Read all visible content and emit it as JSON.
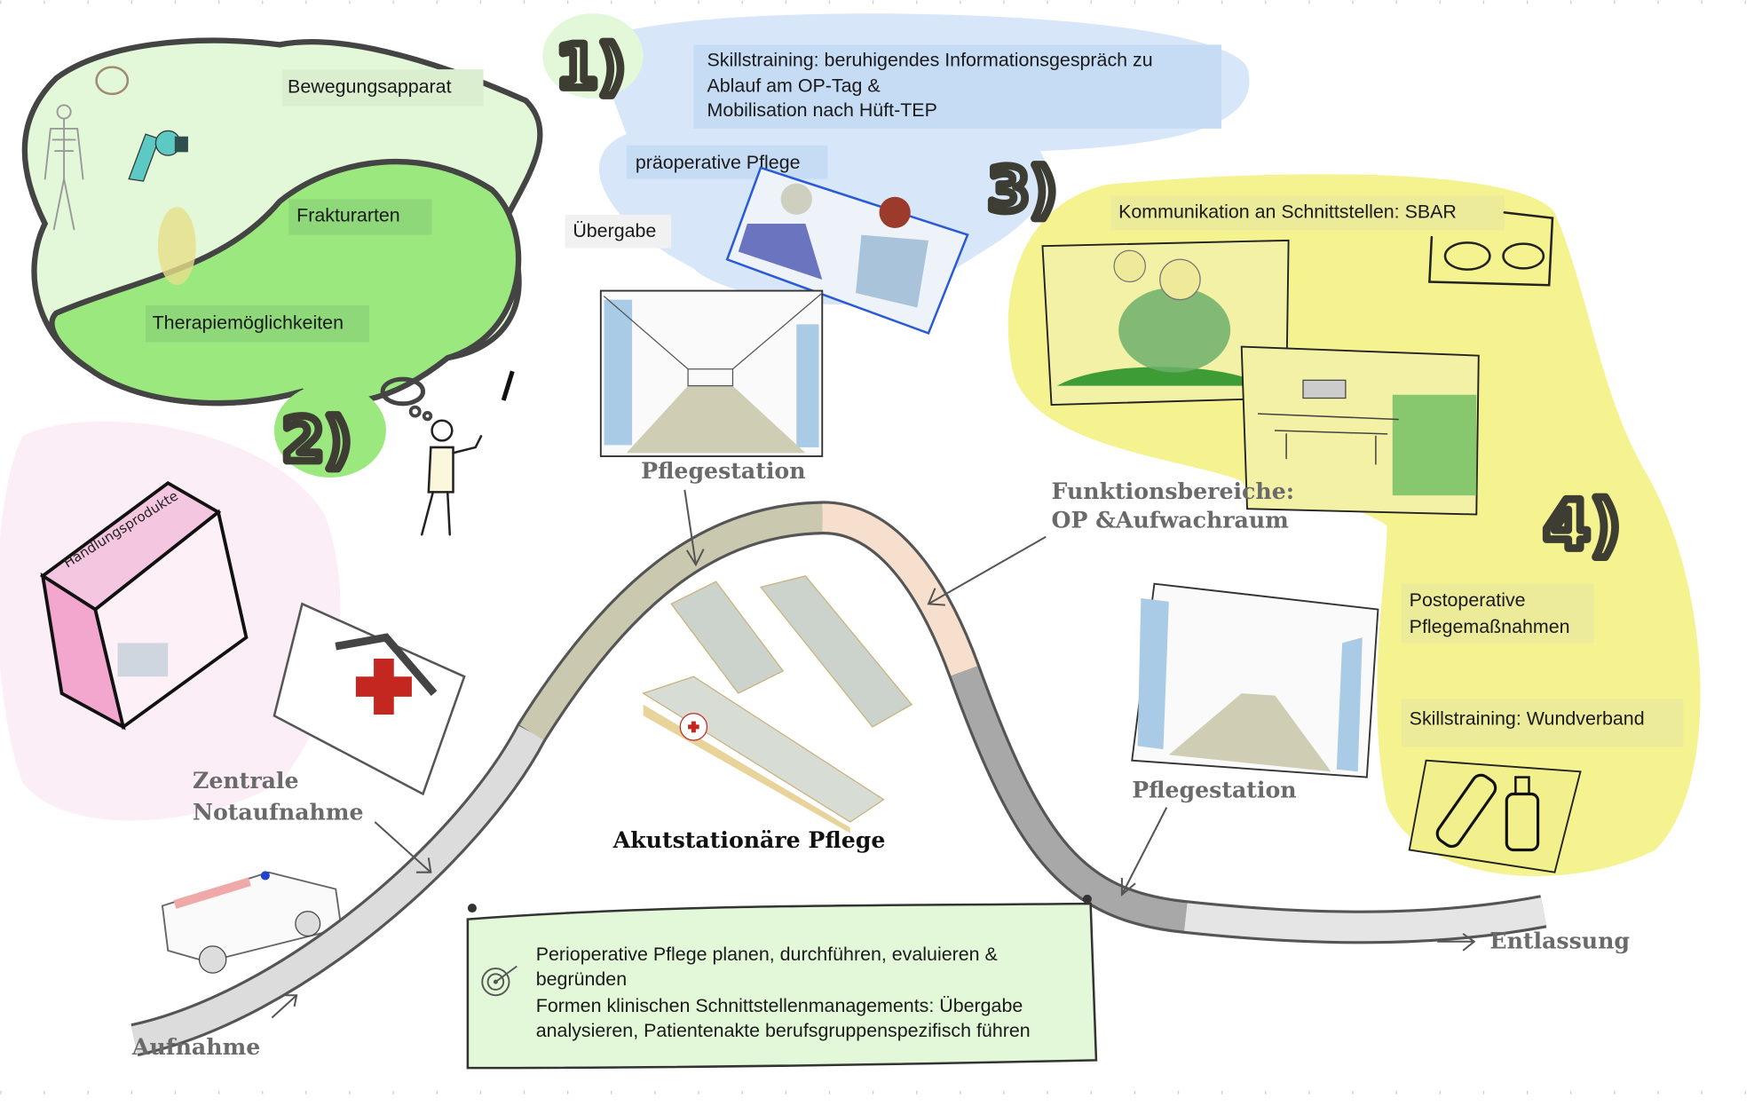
{
  "steps": {
    "one": {
      "number": "1)",
      "skillstraining": [
        "Skillstraining: beruhigendes Informationsgespräch zu",
        "Ablauf am OP-Tag &",
        "Mobilisation nach Hüft-TEP"
      ],
      "praeoperative": "präoperative Pflege",
      "uebergabe": "Übergabe"
    },
    "two": {
      "number": "2)",
      "bewegungsapparat": "Bewegungsapparat",
      "frakturarten": "Frakturarten",
      "therapie": "Therapiemöglichkeiten",
      "handlungsprodukte": "Handlungsprodukte"
    },
    "three": {
      "number": "3)",
      "kommunikation": "Kommunikation an Schnittstellen: SBAR"
    },
    "four": {
      "number": "4)",
      "postoperative": [
        "Postoperative",
        "Pflegemaßnahmen"
      ],
      "wundverband": "Skillstraining: Wundverband"
    }
  },
  "pathway": {
    "aufnahme": "Aufnahme",
    "zna": [
      "Zentrale",
      "Notaufnahme"
    ],
    "pflegestation_1": "Pflegestation",
    "akut": "Akutstationäre Pflege",
    "funktion": [
      "Funktionsbereiche:",
      "OP &Aufwachraum"
    ],
    "pflegestation_2": "Pflegestation",
    "entlassung": "Entlassung"
  },
  "banner": {
    "icon": "target-icon",
    "lines": [
      "Perioperative Pflege planen, durchführen, evaluieren &",
      "begründen",
      "Formen klinischen Schnittstellenmanagements: Übergabe",
      "analysieren, Patientenakte berufsgruppenspezifisch führen"
    ]
  },
  "colors": {
    "green_light": "#e3f8d8",
    "green": "#9be87f",
    "blue": "#d7e6f8",
    "yellow": "#f5f290",
    "pink": "#fbeef6",
    "banner": "#e3f8d8"
  }
}
